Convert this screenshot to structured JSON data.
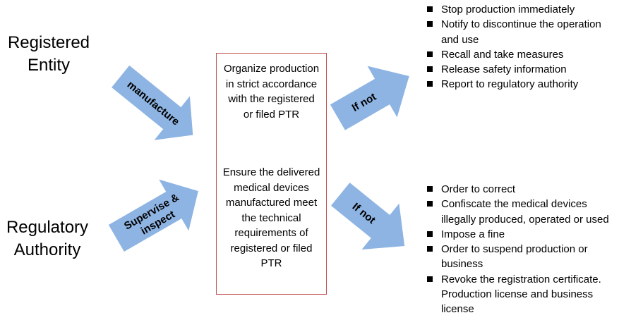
{
  "actors": {
    "registered_entity": "Registered Entity",
    "regulatory_authority": "Regulatory Authority"
  },
  "arrows": {
    "manufacture": "manufacture",
    "supervise_line1": "Supervise &",
    "supervise_line2": "inspect",
    "if_not_top": "If not",
    "if_not_bottom": "If not"
  },
  "center": {
    "task_1": "Organize production in strict accordance with the registered or filed PTR",
    "task_2": "Ensure the delivered medical devices manufactured meet the technical requirements of registered or filed PTR"
  },
  "entity_actions": [
    "Stop production immediately",
    "Notify to discontinue the operation and use",
    "Recall and take measures",
    "Release safety information",
    "Report to regulatory authority"
  ],
  "authority_actions": [
    "Order to correct",
    "Confiscate the medical devices illegally produced, operated or used",
    "Impose a fine",
    "Order to suspend production or business",
    "Revoke the registration certificate. Production license and business license"
  ],
  "colors": {
    "arrow_fill": "#8eb4e3",
    "box_border": "#c0504d"
  }
}
